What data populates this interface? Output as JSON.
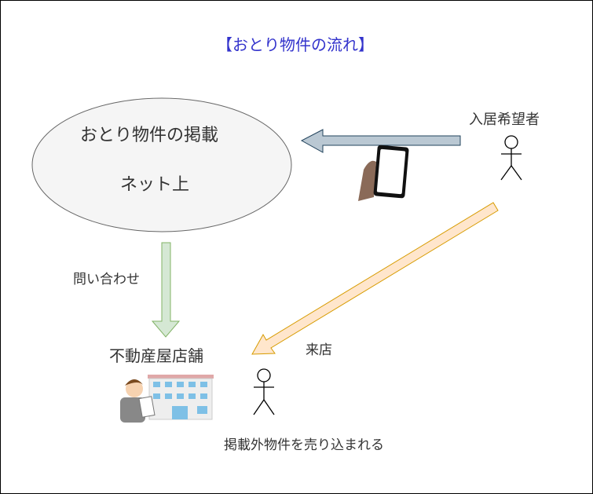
{
  "title": "【おとり物件の流れ】",
  "ellipse": {
    "line1": "おとり物件の掲載",
    "line2": "ネット上"
  },
  "labels": {
    "applicant": "入居希望者",
    "inquiry": "問い合わせ",
    "store": "不動産屋店舗",
    "visit": "来店",
    "sold": "掲載外物件を売り込まれる"
  },
  "colors": {
    "title": "#3333cc",
    "blue_arrow": "#bac8d3",
    "green_arrow": "#d5e8d4",
    "orange_arrow": "#ffe6cc"
  }
}
